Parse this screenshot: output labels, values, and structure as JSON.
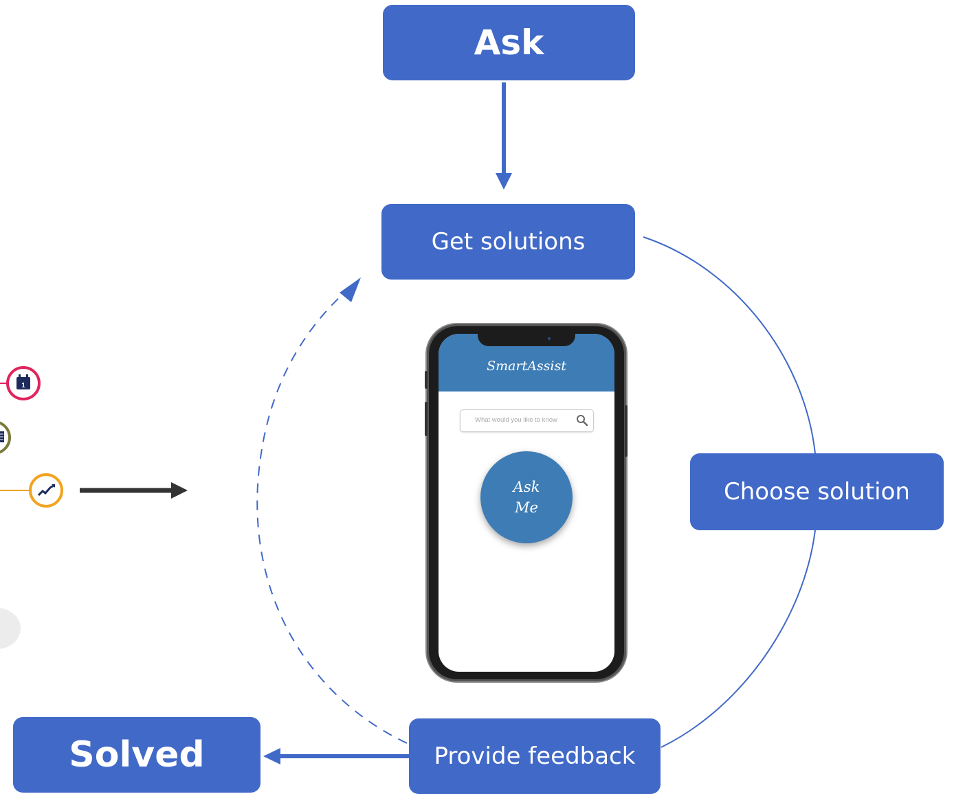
{
  "boxes": {
    "ask": "Ask",
    "get_solutions": "Get solutions",
    "choose_solution": "Choose solution",
    "provide_feedback": "Provide feedback",
    "solved": "Solved"
  },
  "phone": {
    "app_title": "SmartAssist",
    "search_placeholder": "What would you like to know",
    "button_line1": "Ask",
    "button_line2": "Me"
  },
  "colors": {
    "box_fill": "#4169c8",
    "arrow": "#4169c8",
    "app_header": "#3e7cb5",
    "icon_red": "#e0245e",
    "icon_olive": "#7a7a3a",
    "icon_orange": "#f2a31f"
  },
  "icons": [
    "calendar-icon",
    "document-icon",
    "trend-chart-icon",
    "arrow-right-icon"
  ]
}
